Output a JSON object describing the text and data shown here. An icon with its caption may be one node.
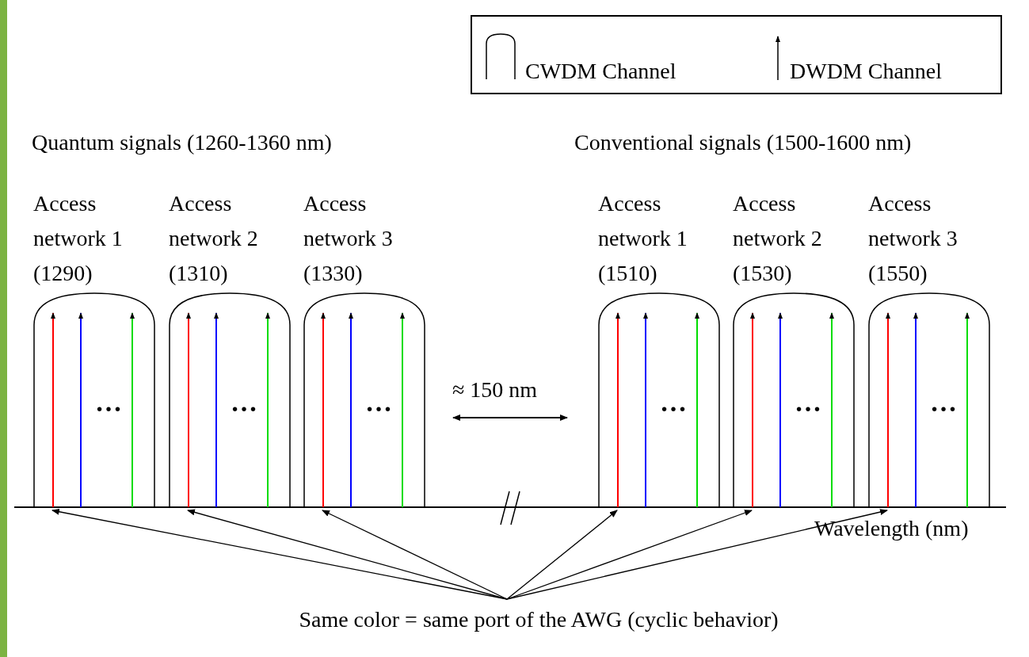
{
  "diagram": {
    "nodes": [
      {
        "text": [
          "Access network 1 (1290)",
          "…"
        ]
      },
      {
        "text": [
          "Access network 2 (1310)",
          "…"
        ]
      },
      {
        "text": [
          "Access network 3 (1330)",
          "…"
        ]
      },
      {
        "text": [
          "Access network 1 (1510)",
          "…"
        ]
      },
      {
        "text": [
          "Access network 2 (1530)",
          "…"
        ]
      },
      {
        "text": [
          "Access network 3 (1550)",
          "…"
        ]
      },
      {
        "text": [
          "Same color = same port of the AWG (cyclic behavior)"
        ]
      }
    ],
    "edges": [
      {
        "from": 6,
        "to": 0,
        "arrow": "to"
      },
      {
        "from": 6,
        "to": 1,
        "arrow": "to"
      },
      {
        "from": 6,
        "to": 2,
        "arrow": "to"
      },
      {
        "from": 6,
        "to": 3,
        "arrow": "to"
      },
      {
        "from": 6,
        "to": 4,
        "arrow": "to"
      },
      {
        "from": 6,
        "to": 5,
        "arrow": "to"
      }
    ],
    "labels": [
      "Quantum signals (1260-1360 nm)",
      "Conventional signals (1500-1600 nm)",
      "≈ 150 nm",
      "Wavelength (nm)"
    ],
    "legend": [
      {
        "text": "CWDM Channel"
      },
      {
        "text": "DWDM Channel"
      }
    ]
  }
}
